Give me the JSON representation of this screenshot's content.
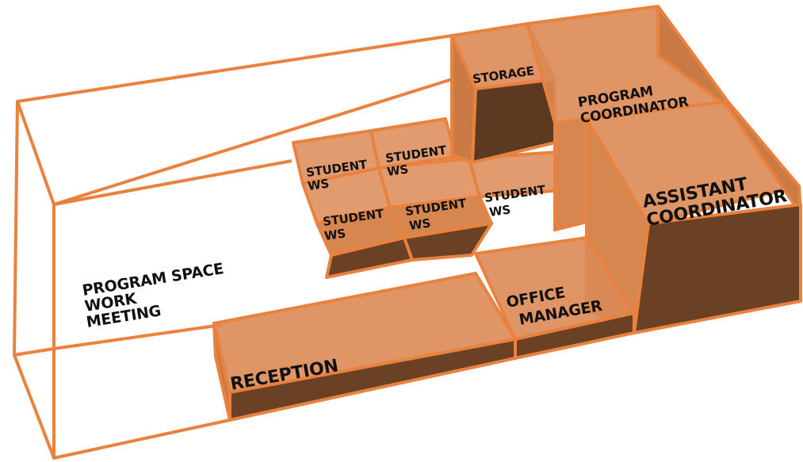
{
  "colors": {
    "outline": "#e8823e",
    "fill": "#dc8a55",
    "fill_dark": "#7a4a2a",
    "floor_dark": "#5c3a22",
    "text": "#111111"
  },
  "labels": {
    "program_space": "PROGRAM SPACE",
    "work": "WORK",
    "meeting": "MEETING",
    "storage": "STORAGE",
    "program": "PROGRAM",
    "program_coordinator": "COORDINATOR",
    "assistant": "ASSISTANT",
    "assistant_coordinator": "COORDINATOR",
    "office": "OFFICE",
    "manager": "MANAGER",
    "reception": "RECEPTION",
    "student": "STUDENT",
    "ws": "WS"
  }
}
